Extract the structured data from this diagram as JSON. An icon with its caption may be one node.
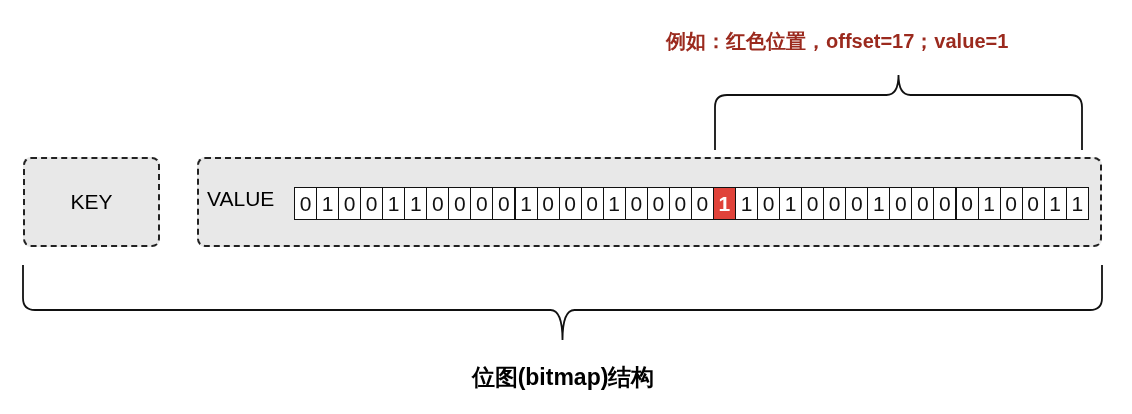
{
  "diagram": {
    "title": "位图(bitmap)结构",
    "nodes": [
      {
        "text": [
          "KEY"
        ]
      },
      {
        "text": [
          "VALUE"
        ]
      },
      {
        "text": [
          "0"
        ],
        "in": 1
      },
      {
        "text": [
          "1"
        ],
        "in": 1
      },
      {
        "text": [
          "0"
        ],
        "in": 1
      },
      {
        "text": [
          "0"
        ],
        "in": 1
      },
      {
        "text": [
          "1"
        ],
        "in": 1
      },
      {
        "text": [
          "1"
        ],
        "in": 1
      },
      {
        "text": [
          "0"
        ],
        "in": 1
      },
      {
        "text": [
          "0"
        ],
        "in": 1
      },
      {
        "text": [
          "0"
        ],
        "in": 1
      },
      {
        "text": [
          "0"
        ],
        "in": 1
      },
      {
        "text": [
          "1"
        ],
        "in": 1
      },
      {
        "text": [
          "0"
        ],
        "in": 1
      },
      {
        "text": [
          "0"
        ],
        "in": 1
      },
      {
        "text": [
          "0"
        ],
        "in": 1
      },
      {
        "text": [
          "1"
        ],
        "in": 1
      },
      {
        "text": [
          "0"
        ],
        "in": 1
      },
      {
        "text": [
          "0"
        ],
        "in": 1
      },
      {
        "text": [
          "0"
        ],
        "in": 1
      },
      {
        "text": [
          "0"
        ],
        "in": 1
      },
      {
        "text": [
          "1"
        ],
        "in": 1
      },
      {
        "text": [
          "1"
        ],
        "in": 1
      },
      {
        "text": [
          "0"
        ],
        "in": 1
      },
      {
        "text": [
          "1"
        ],
        "in": 1
      },
      {
        "text": [
          "0"
        ],
        "in": 1
      },
      {
        "text": [
          "0"
        ],
        "in": 1
      },
      {
        "text": [
          "0"
        ],
        "in": 1
      },
      {
        "text": [
          "1"
        ],
        "in": 1
      },
      {
        "text": [
          "0"
        ],
        "in": 1
      },
      {
        "text": [
          "0"
        ],
        "in": 1
      },
      {
        "text": [
          "0"
        ],
        "in": 1
      },
      {
        "text": [
          "0"
        ],
        "in": 1
      },
      {
        "text": [
          "1"
        ],
        "in": 1
      },
      {
        "text": [
          "0"
        ],
        "in": 1
      },
      {
        "text": [
          "0"
        ],
        "in": 1
      },
      {
        "text": [
          "1"
        ],
        "in": 1
      },
      {
        "text": [
          "1"
        ],
        "in": 1
      }
    ],
    "labels": [
      "例如：红色位置，offset=17；value=1"
    ]
  }
}
